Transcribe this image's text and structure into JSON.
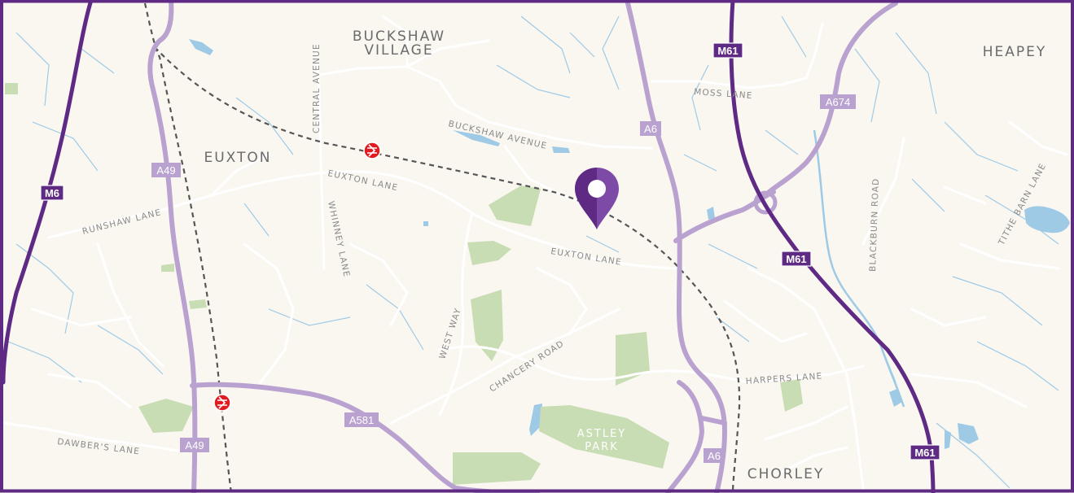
{
  "colors": {
    "background": "#faf7f1",
    "motorway": "#5e2a84",
    "a_road": "#b9a2cf",
    "minor_road": "#ffffff",
    "water": "#9ecae6",
    "green": "#c9ddb4",
    "railway": "#555555",
    "marker": "#6a2d8f",
    "station": "#e01b22",
    "frame": "#5e2a84"
  },
  "places": {
    "buckshaw_1": "BUCKSHAW",
    "buckshaw_2": "VILLAGE",
    "euxton": "EUXTON",
    "heapey": "HEAPEY",
    "chorley": "CHORLEY"
  },
  "streets": {
    "central_avenue": "CENTRAL AVENUE",
    "buckshaw_avenue": "BUCKSHAW AVENUE",
    "moss_lane": "MOSS LANE",
    "euxton_lane_1": "EUXTON LANE",
    "euxton_lane_2": "EUXTON LANE",
    "runshaw_lane": "RUNSHAW LANE",
    "whinney_lane": "WHINNEY LANE",
    "west_way": "WEST WAY",
    "chancery_road": "CHANCERY ROAD",
    "harpers_lane": "HARPERS LANE",
    "blackburn_road": "BLACKBURN ROAD",
    "tithe_barn_lane": "TITHE BARN LANE",
    "dawbers_lane": "DAWBER'S LANE"
  },
  "parks": {
    "astley_1": "ASTLEY",
    "astley_2": "PARK"
  },
  "road_shields": {
    "m6": "M6",
    "m61_top": "M61",
    "m61_mid": "M61",
    "m61_bottom": "M61",
    "a6_top": "A6",
    "a6_bottom": "A6",
    "a674": "A674",
    "a49_top": "A49",
    "a49_bottom": "A49",
    "a581": "A581"
  },
  "icons": {
    "location_marker": "map-pin-icon",
    "rail_station": "national-rail-icon"
  }
}
